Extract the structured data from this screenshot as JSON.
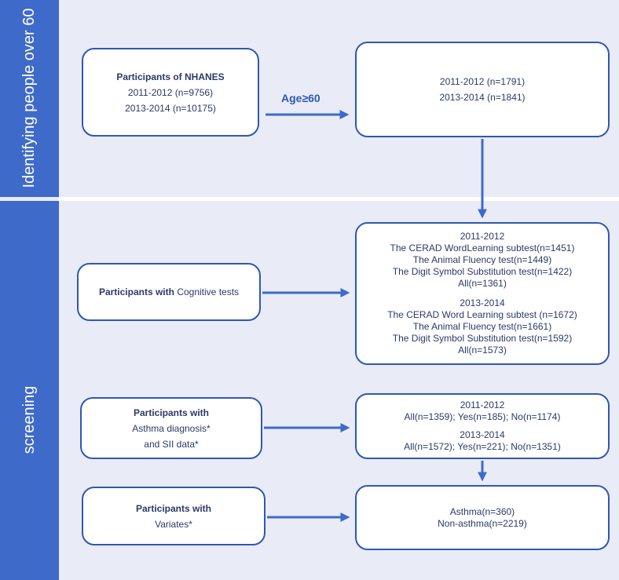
{
  "sections": {
    "top_label": "Identifying people over 60",
    "bottom_label": "screening"
  },
  "nhanes_box": {
    "title": "Participants of NHANES",
    "line1": "2011-2012 (n=9756)",
    "line2": "2013-2014 (n=10175)"
  },
  "age_filter": {
    "label": "Age≥60"
  },
  "age_box": {
    "line1": "2011-2012 (n=1791)",
    "line2": "2013-2014 (n=1841)"
  },
  "cognitive_box": {
    "bold": "Participants with",
    "rest": "Cognitive tests"
  },
  "cognitive_result": {
    "p1_year": "2011-2012",
    "p1_cerad": "The CERAD WordLearning subtest(n=1451)",
    "p1_animal": "The Animal Fluency test(n=1449)",
    "p1_digit": "The Digit Symbol Substitution test(n=1422)",
    "p1_all": "All(n=1361)",
    "p2_year": "2013-2014",
    "p2_cerad": "The CERAD Word Learning subtest (n=1672)",
    "p2_animal": "The Animal Fluency test(n=1661)",
    "p2_digit": "The Digit Symbol Substitution test(n=1592)",
    "p2_all": "All(n=1573)"
  },
  "asthma_box": {
    "title": "Participants with",
    "line1": "Asthma diagnosis*",
    "line2": "and SII data*"
  },
  "asthma_result": {
    "p1_year": "2011-2012",
    "p1_counts": "All(n=1359); Yes(n=185); No(n=1174)",
    "p2_year": "2013-2014",
    "p2_counts": "All(n=1572); Yes(n=221); No(n=1351)"
  },
  "variates_box": {
    "title": "Participants with",
    "line1": "Variates*"
  },
  "final_box": {
    "line1": "Asthma(n=360)",
    "line2": "Non-asthma(n=2219)"
  },
  "colors": {
    "band": "#3e6ac9",
    "background": "#e9ecf7",
    "box_border": "#2f57b4",
    "arrow": "#3e6ac9"
  }
}
